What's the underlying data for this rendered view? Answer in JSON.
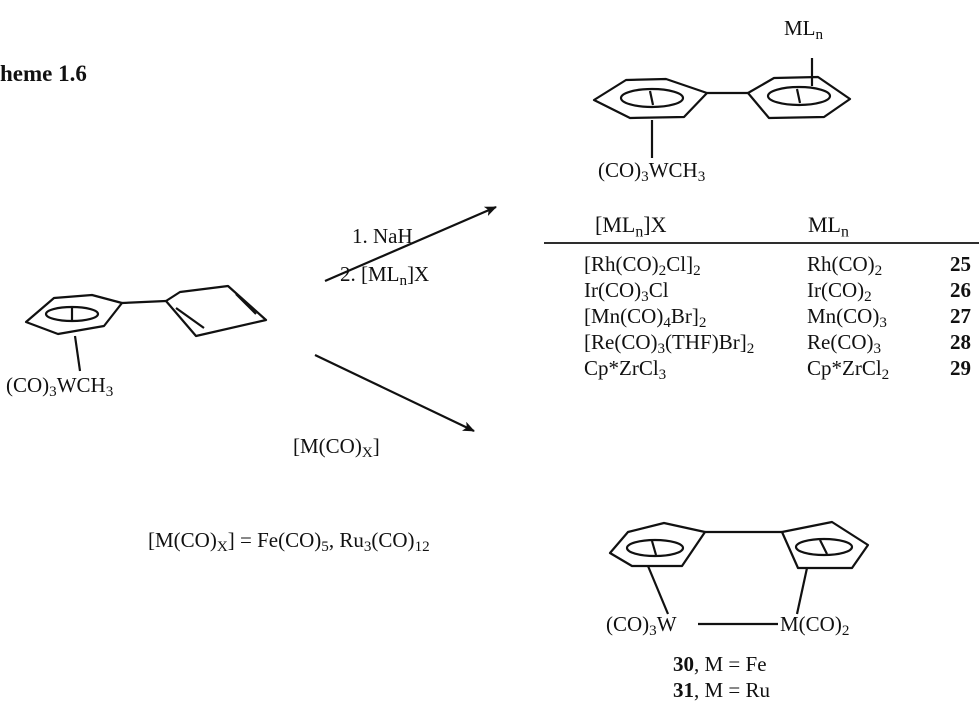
{
  "title": "heme 1.6",
  "starting_material": {
    "metal_fragment_prefix": "(CO)",
    "metal_fragment_sub": "3",
    "metal_fragment_suffix": "WCH",
    "metal_fragment_sub2": "3"
  },
  "upper_reaction": {
    "step1": "1. NaH",
    "step2_prefix": "2. [ML",
    "step2_sub": "n",
    "step2_suffix": "]X"
  },
  "upper_product": {
    "top_label": "ML",
    "top_label_sub": "n",
    "metal_fragment_prefix": "(CO)",
    "metal_fragment_sub": "3",
    "metal_fragment_suffix": "WCH",
    "metal_fragment_sub2": "3"
  },
  "table": {
    "headers": [
      {
        "prefix": "[ML",
        "sub": "n",
        "suffix": "]X"
      },
      {
        "prefix": "ML",
        "sub": "n",
        "suffix": ""
      }
    ],
    "rows": [
      {
        "reagent": [
          [
            "[Rh(CO)",
            "2"
          ],
          [
            "Cl]",
            "2"
          ]
        ],
        "product": [
          [
            "Rh(CO)",
            "2"
          ]
        ],
        "number": "25"
      },
      {
        "reagent": [
          [
            "Ir(CO)",
            "3"
          ],
          [
            "Cl",
            ""
          ]
        ],
        "product": [
          [
            "Ir(CO)",
            "2"
          ]
        ],
        "number": "26"
      },
      {
        "reagent": [
          [
            "[Mn(CO)",
            "4"
          ],
          [
            "Br]",
            "2"
          ]
        ],
        "product": [
          [
            "Mn(CO)",
            "3"
          ]
        ],
        "number": "27"
      },
      {
        "reagent": [
          [
            "[Re(CO)",
            "3"
          ],
          [
            "(THF)Br]",
            "2"
          ]
        ],
        "product": [
          [
            "Re(CO)",
            "3"
          ]
        ],
        "number": "28"
      },
      {
        "reagent": [
          [
            "Cp*ZrCl",
            "3"
          ]
        ],
        "product": [
          [
            "Cp*ZrCl",
            "2"
          ]
        ],
        "number": "29"
      }
    ]
  },
  "lower_reaction": {
    "reagent_prefix": "[M(CO)",
    "reagent_sub": "X",
    "reagent_suffix": "]",
    "definition": {
      "lhs_prefix": "[M(CO)",
      "lhs_sub": "X",
      "lhs_suffix": "] = Fe(CO)",
      "fe_sub": "5",
      "middle": ", Ru",
      "ru_sub": "3",
      "ru_mid": "(CO)",
      "ru_sub2": "12"
    }
  },
  "lower_product": {
    "left_prefix": "(CO)",
    "left_sub": "3",
    "left_suffix": "W",
    "right_prefix": "M(CO)",
    "right_sub": "2",
    "label_30_num": "30",
    "label_30_text": ", M = Fe",
    "label_31_num": "31",
    "label_31_text": ", M = Ru"
  }
}
